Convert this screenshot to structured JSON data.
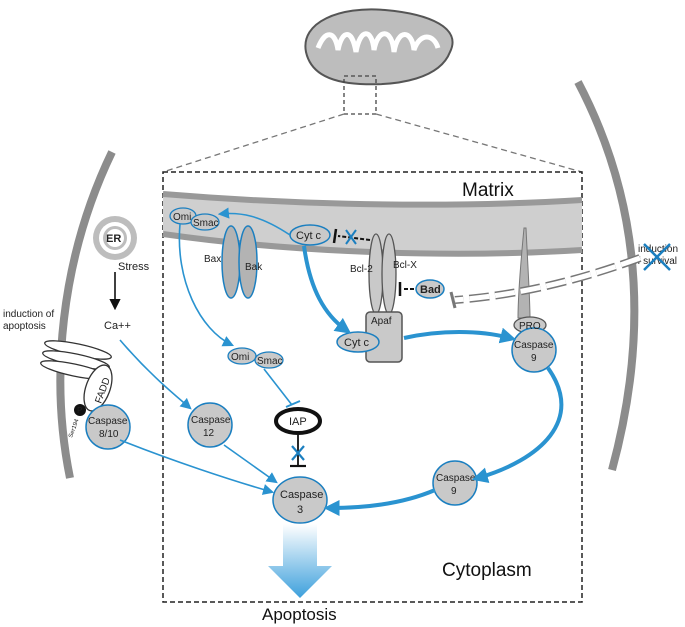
{
  "regions": {
    "matrix": "Matrix",
    "cytoplasm": "Cytoplasm",
    "apoptosis": "Apoptosis"
  },
  "left": {
    "er": "ER",
    "stress": "Stress",
    "ca": "Ca++",
    "induction_apoptosis_1": "induction of",
    "induction_apoptosis_2": "apoptosis",
    "fadd": "FADD",
    "p": "P",
    "ser": "Ser194",
    "casp810_1": "Caspase",
    "casp810_2": "8/10"
  },
  "right": {
    "induction_survival_1": "induction",
    "induction_survival_2": "of survival"
  },
  "proteins": {
    "omi": "Omi",
    "smac": "Smac",
    "bax": "Bax",
    "bak": "Bak",
    "cytc": "Cyt c",
    "bcl2": "Bcl-2",
    "bclx": "Bcl-X",
    "bad": "Bad",
    "apaf": "Apaf",
    "pro": "PRO",
    "iap": "IAP",
    "casp12_1": "Caspase",
    "casp12_2": "12",
    "casp3_1": "Caspase",
    "casp3_2": "3",
    "casp9_1": "Caspase",
    "casp9_2": "9"
  },
  "colors": {
    "arrow": "#2a93d0",
    "fill": "#c9c9c9",
    "stroke": "#1b7fc0",
    "membrane": "#8c8c8c"
  }
}
